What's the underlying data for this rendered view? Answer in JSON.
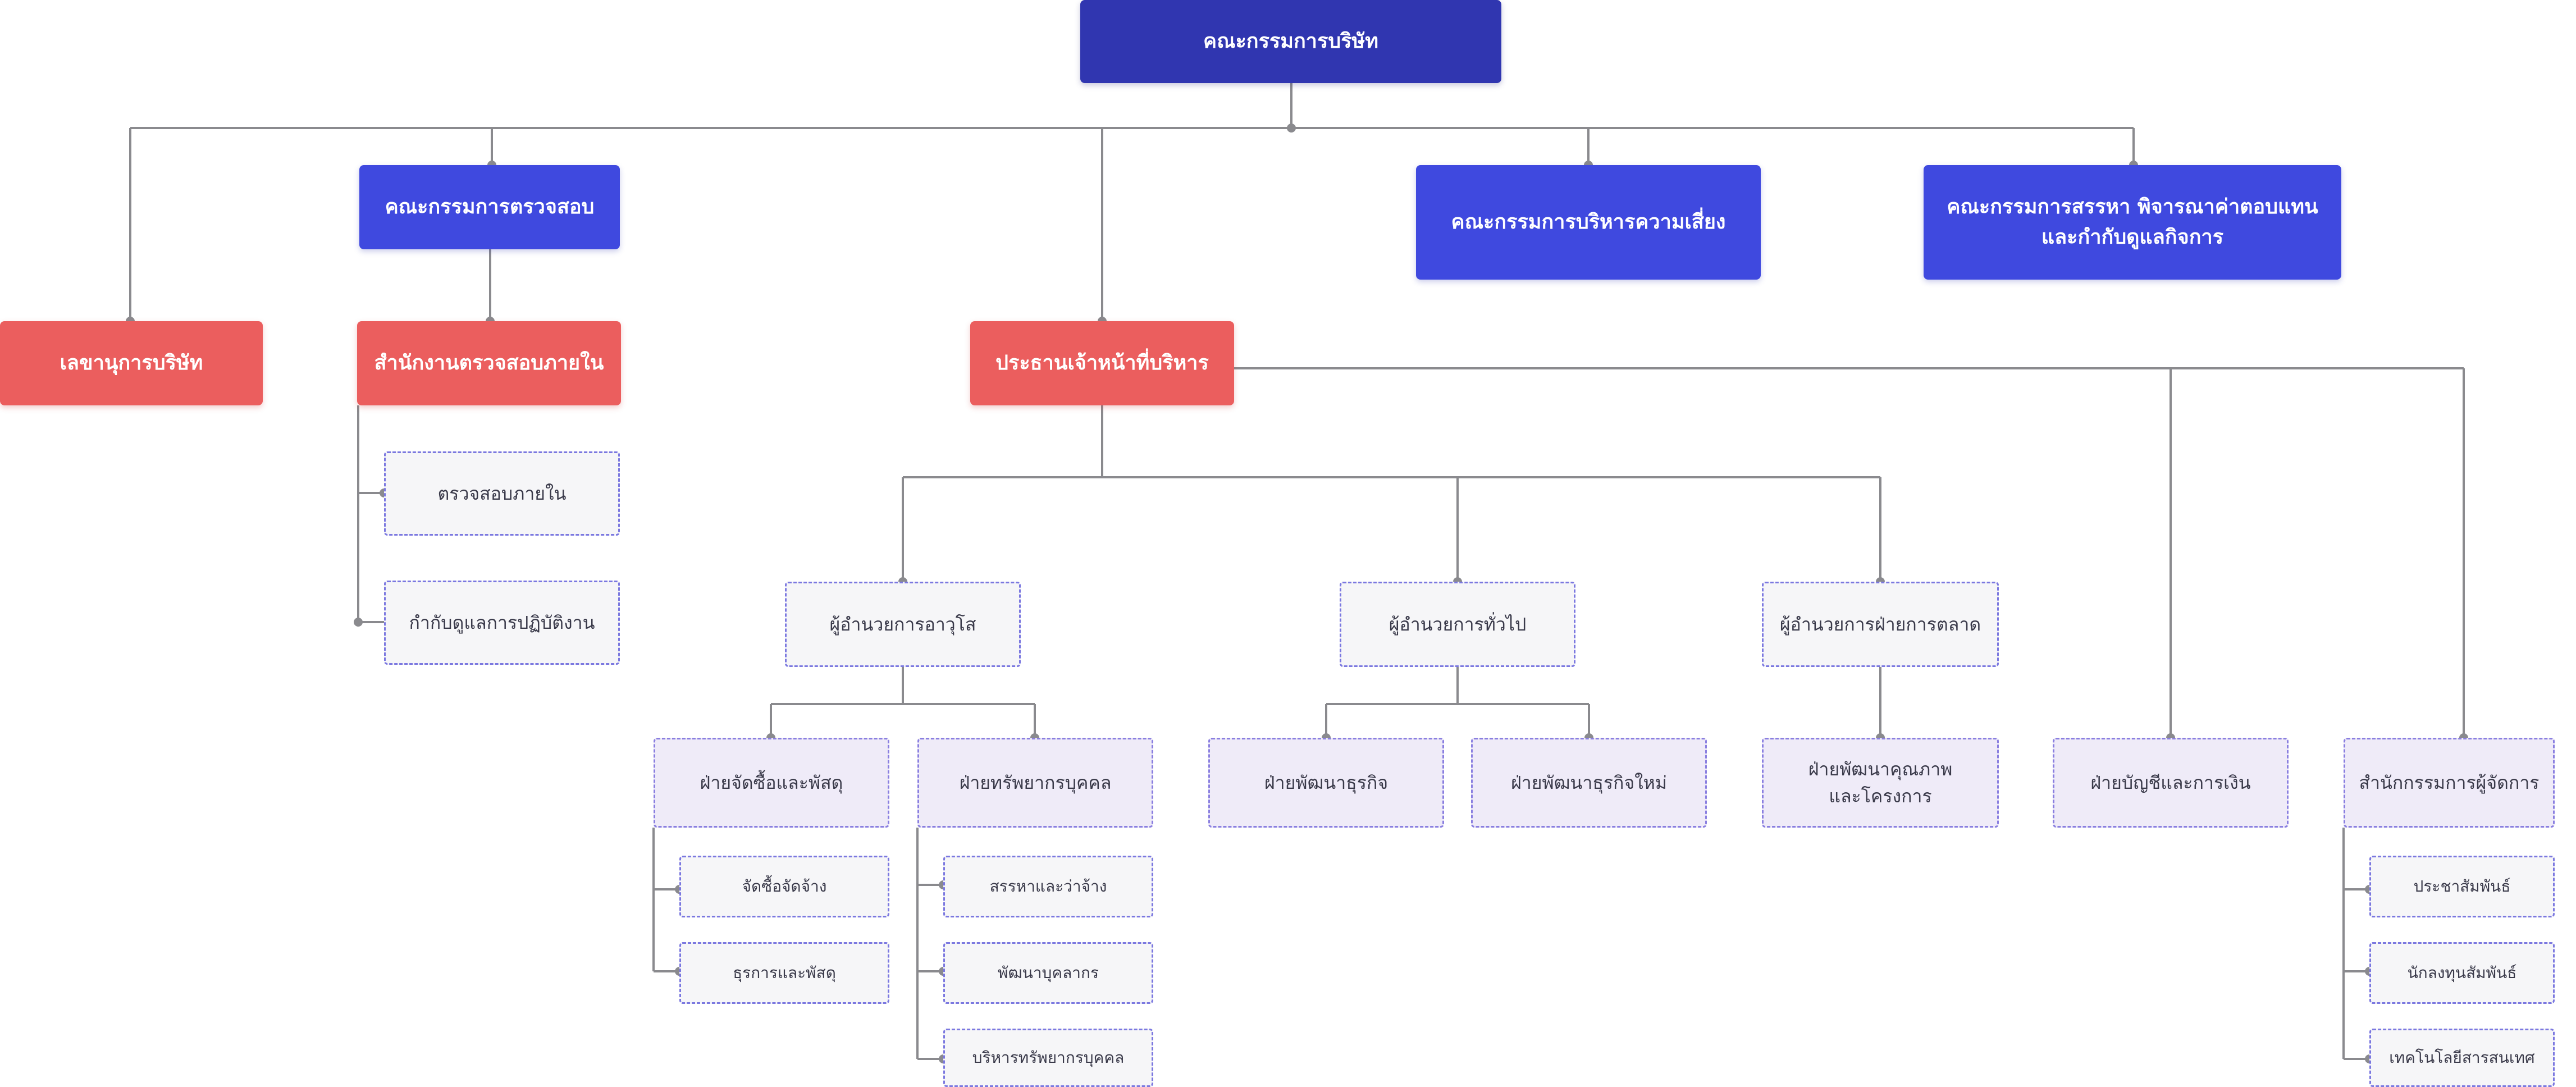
{
  "chart": {
    "board": "คณะกรรมการบริษัท",
    "audit_committee": "คณะกรรมการตรวจสอบ",
    "risk_committee": "คณะกรรมการบริหารความเสี่ยง",
    "nomination_committee_line1": "คณะกรรมการสรรหา พิจารณาค่าตอบแทน",
    "nomination_committee_line2": "และกำกับดูแลกิจการ",
    "company_secretary": "เลขานุการบริษัท",
    "internal_audit_office": "สำนักงานตรวจสอบภายใน",
    "ceo": "ประธานเจ้าหน้าที่บริหาร",
    "internal_audit": "ตรวจสอบภายใน",
    "compliance": "กำกับดูแลการปฏิบัติงาน",
    "senior_director": "ผู้อำนวยการอาวุโส",
    "general_director": "ผู้อำนวยการทั่วไป",
    "marketing_director": "ผู้อำนวยการฝ่ายการตลาด",
    "procurement_division": "ฝ่ายจัดซื้อและพัสดุ",
    "hr_division": "ฝ่ายทรัพยากรบุคคล",
    "business_dev_division": "ฝ่ายพัฒนาธุรกิจ",
    "new_business_dev_division": "ฝ่ายพัฒนาธุรกิจใหม่",
    "quality_dev_division_line1": "ฝ่ายพัฒนาคุณภาพ",
    "quality_dev_division_line2": "และโครงการ",
    "finance_division": "ฝ่ายบัญชีและการเงิน",
    "md_office": "สำนักกรรมการผู้จัดการ",
    "purchasing_hiring": "จัดซื้อจัดจ้าง",
    "admin_supplies": "ธุรการและพัสดุ",
    "recruitment": "สรรหาและว่าจ้าง",
    "personnel_dev": "พัฒนาบุคลากร",
    "hr_management": "บริหารทรัพยากรบุคคล",
    "public_relations": "ประชาสัมพันธ์",
    "investor_relations": "นักลงทุนสัมพันธ์",
    "it": "เทคโนโลยีสารสนเทศ"
  },
  "colors": {
    "board": "#3036b0",
    "committee": "#3f49df",
    "executive": "#eb5e5e",
    "connector": "#8a8a8e",
    "dashed_border": "#7b78e0"
  }
}
